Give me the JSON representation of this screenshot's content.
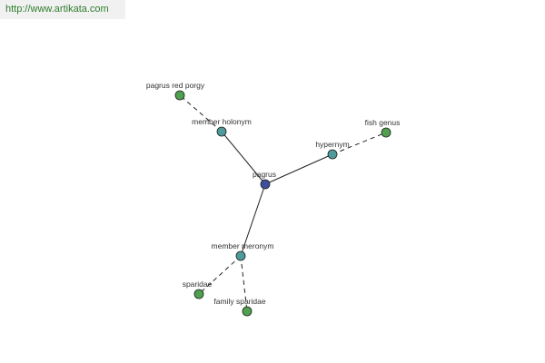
{
  "header": {
    "url": "http://www.artikata.com",
    "url_color": "#2e7d2e"
  },
  "graph": {
    "colors": {
      "center": "#3f4f9e",
      "relation": "#4f9a9a",
      "leaf": "#4fa04f",
      "edge": "#222222"
    },
    "nodes": [
      {
        "id": "pagrus",
        "label": "pagrus",
        "kind": "center"
      },
      {
        "id": "member-holonym",
        "label": "member holonym",
        "kind": "relation"
      },
      {
        "id": "hypernym",
        "label": "hypernym",
        "kind": "relation"
      },
      {
        "id": "member-meronym",
        "label": "member meronym",
        "kind": "relation"
      },
      {
        "id": "pagrus-red-porgy",
        "label": "pagrus red porgy",
        "kind": "leaf"
      },
      {
        "id": "fish-genus",
        "label": "fish genus",
        "kind": "leaf"
      },
      {
        "id": "sparidae",
        "label": "sparidae",
        "kind": "leaf"
      },
      {
        "id": "family-sparidae",
        "label": "family sparidae",
        "kind": "leaf"
      }
    ],
    "edges": [
      {
        "from": "pagrus",
        "to": "member-holonym",
        "style": "solid"
      },
      {
        "from": "pagrus",
        "to": "hypernym",
        "style": "solid"
      },
      {
        "from": "pagrus",
        "to": "member-meronym",
        "style": "solid"
      },
      {
        "from": "member-holonym",
        "to": "pagrus-red-porgy",
        "style": "dashed"
      },
      {
        "from": "hypernym",
        "to": "fish-genus",
        "style": "dashed"
      },
      {
        "from": "member-meronym",
        "to": "sparidae",
        "style": "dashed"
      },
      {
        "from": "member-meronym",
        "to": "family-sparidae",
        "style": "dashed"
      }
    ]
  }
}
